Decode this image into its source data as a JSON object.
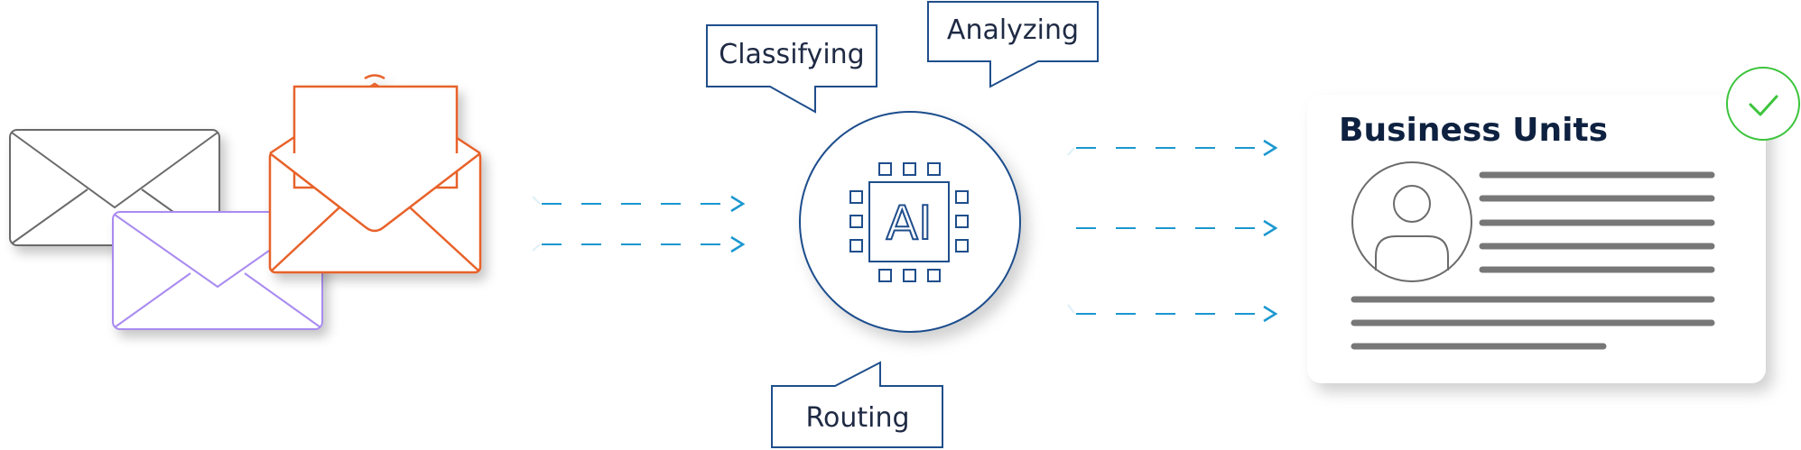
{
  "labels": {
    "classifying": "Classifying",
    "analyzing": "Analyzing",
    "routing": "Routing"
  },
  "ai_chip": {
    "text": "AI"
  },
  "card": {
    "title": "Business Units"
  },
  "colors": {
    "envelope_gray": "#6b6b6b",
    "envelope_purple": "#a98bf0",
    "envelope_orange": "#e8622a",
    "ai_blue": "#1f4e8c",
    "arrow_blue": "#1a97d0",
    "check_green": "#3cc43c",
    "card_line_gray": "#777777",
    "title_navy": "#0e2140"
  },
  "icons": [
    "envelope-icon",
    "open-envelope-icon",
    "ai-chip-icon",
    "user-avatar-icon",
    "checkmark-icon",
    "arrow-icon"
  ]
}
